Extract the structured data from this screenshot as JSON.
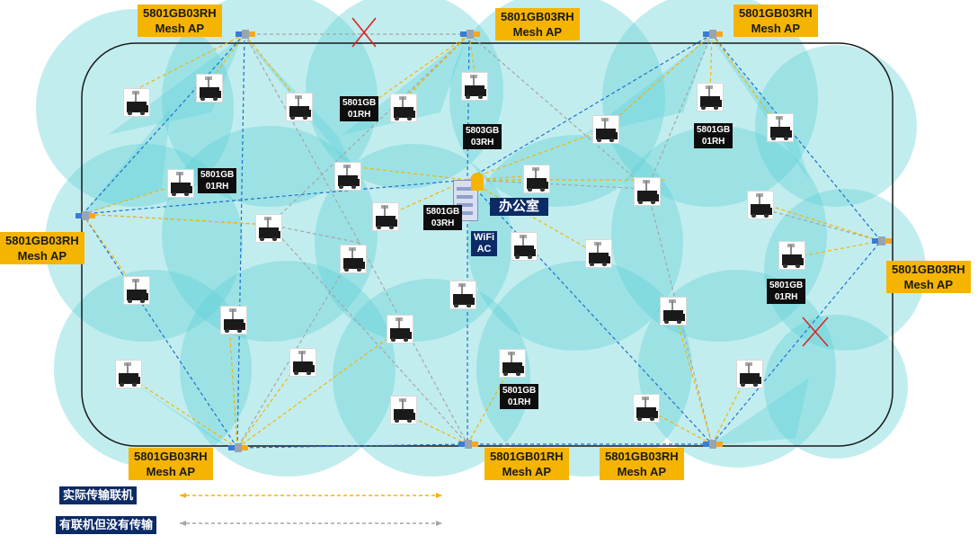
{
  "mesh_aps": [
    {
      "model": "5801GB03RH",
      "role": "Mesh AP"
    },
    {
      "model": "5801GB03RH",
      "role": "Mesh AP"
    },
    {
      "model": "5801GB03RH",
      "role": "Mesh AP"
    },
    {
      "model": "5801GB03RH",
      "role": "Mesh AP"
    },
    {
      "model": "5801GB03RH",
      "role": "Mesh AP"
    },
    {
      "model": "5801GB03RH",
      "role": "Mesh AP"
    },
    {
      "model": "5801GB01RH",
      "role": "Mesh AP"
    },
    {
      "model": "5801GB03RH",
      "role": "Mesh AP"
    }
  ],
  "device_labels": [
    {
      "line1": "5801GB",
      "line2": "01RH"
    },
    {
      "line1": "5803GB",
      "line2": "03RH"
    },
    {
      "line1": "5801GB",
      "line2": "01RH"
    },
    {
      "line1": "5801GB",
      "line2": "01RH"
    },
    {
      "line1": "5801GB",
      "line2": "03RH"
    },
    {
      "line1": "5801GB",
      "line2": "01RH"
    },
    {
      "line1": "5801GB",
      "line2": "01RH"
    }
  ],
  "office": {
    "label": "办公室",
    "controller_line1": "WiFi",
    "controller_line2": "AC"
  },
  "legend": {
    "actual_link": "实际传输联机",
    "idle_link": "有联机但没有传输"
  },
  "colors": {
    "coverage": "#5fd0d6",
    "actual_link": "#f5b400",
    "idle_link": "#a6a6a6",
    "backhaul": "#1e6fd0",
    "label_bg": "#f5b400",
    "legend_bg": "#0b2a66",
    "cross": "#e02020"
  }
}
